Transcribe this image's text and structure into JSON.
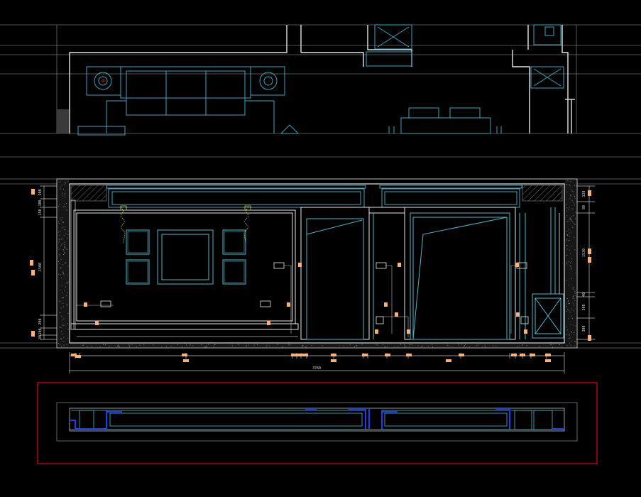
{
  "drawing": {
    "colors": {
      "background": "#000000",
      "wall": "#e6e6e6",
      "detail": "#4fb6c8",
      "furniture": "#3fa3bd",
      "guide": "#6e6e6e",
      "tag": "#f4b27c",
      "section_fill": "#1a3cff",
      "frame": "#e0001b"
    },
    "elevation": {
      "overall_dimension": "3760",
      "left_dimensions": [
        "200",
        "100",
        "150",
        "1500",
        "200",
        "100",
        "30"
      ],
      "right_dimensions": [
        "320",
        "80",
        "1530",
        "40",
        "300",
        "300"
      ]
    }
  }
}
